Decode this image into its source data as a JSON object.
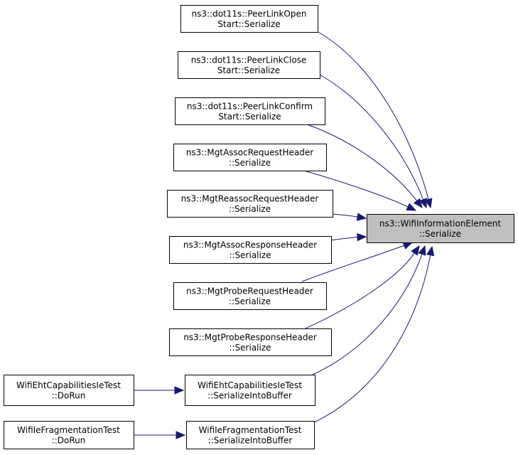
{
  "diagram": {
    "target": {
      "id": "target",
      "lines": [
        "ns3::WifiInformationElement",
        "::Serialize"
      ]
    },
    "nodes": [
      {
        "id": "peerlinkopen",
        "lines": [
          "ns3::dot11s::PeerLinkOpen",
          "Start::Serialize"
        ]
      },
      {
        "id": "peerlinkclose",
        "lines": [
          "ns3::dot11s::PeerLinkClose",
          "Start::Serialize"
        ]
      },
      {
        "id": "peerlinkconfirm",
        "lines": [
          "ns3::dot11s::PeerLinkConfirm",
          "Start::Serialize"
        ]
      },
      {
        "id": "assocrequest",
        "lines": [
          "ns3::MgtAssocRequestHeader",
          "::Serialize"
        ]
      },
      {
        "id": "reassocrequest",
        "lines": [
          "ns3::MgtReassocRequestHeader",
          "::Serialize"
        ]
      },
      {
        "id": "assocresponse",
        "lines": [
          "ns3::MgtAssocResponseHeader",
          "::Serialize"
        ]
      },
      {
        "id": "proberequest",
        "lines": [
          "ns3::MgtProbeRequestHeader",
          "::Serialize"
        ]
      },
      {
        "id": "proberesponse",
        "lines": [
          "ns3::MgtProbeResponseHeader",
          "::Serialize"
        ]
      },
      {
        "id": "eht-serialize",
        "lines": [
          "WifiEhtCapabilitiesIeTest",
          "::SerializeIntoBuffer"
        ]
      },
      {
        "id": "frag-serialize",
        "lines": [
          "WifiIeFragmentationTest",
          "::SerializeIntoBuffer"
        ]
      },
      {
        "id": "eht-dorun",
        "lines": [
          "WifiEhtCapabilitiesIeTest",
          "::DoRun"
        ]
      },
      {
        "id": "frag-dorun",
        "lines": [
          "WifiIeFragmentationTest",
          "::DoRun"
        ]
      }
    ],
    "edges": [
      {
        "from": "peerlinkopen",
        "to": "target"
      },
      {
        "from": "peerlinkclose",
        "to": "target"
      },
      {
        "from": "peerlinkconfirm",
        "to": "target"
      },
      {
        "from": "assocrequest",
        "to": "target"
      },
      {
        "from": "reassocrequest",
        "to": "target"
      },
      {
        "from": "assocresponse",
        "to": "target"
      },
      {
        "from": "proberequest",
        "to": "target"
      },
      {
        "from": "proberesponse",
        "to": "target"
      },
      {
        "from": "eht-serialize",
        "to": "target"
      },
      {
        "from": "frag-serialize",
        "to": "target"
      },
      {
        "from": "eht-dorun",
        "to": "eht-serialize"
      },
      {
        "from": "frag-dorun",
        "to": "frag-serialize"
      }
    ],
    "colors": {
      "edge": "#191970",
      "focus_fill": "#bfbfbf",
      "node_fill": "#ffffff",
      "border": "#000000"
    }
  }
}
